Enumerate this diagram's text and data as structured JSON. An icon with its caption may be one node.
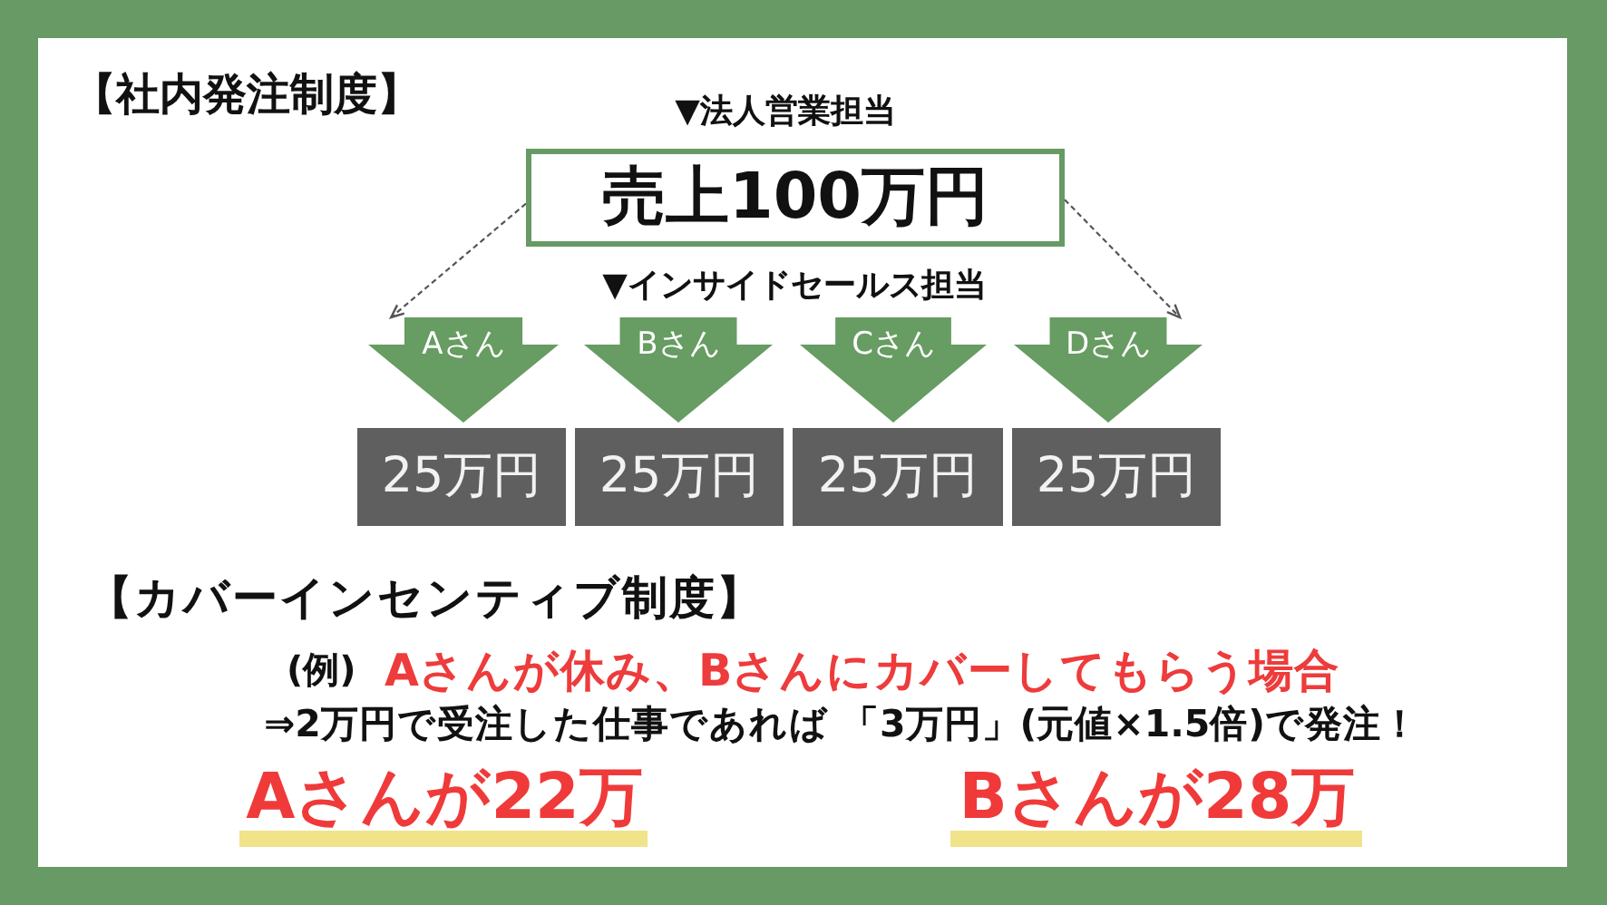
{
  "diagram": {
    "title": "【社内発注制度】",
    "nodes": [
      {
        "text": [
          "売上100万円"
        ],
        "beside": [
          "▼法人営業担当"
        ]
      },
      {
        "text": [
          "Aさん"
        ]
      },
      {
        "text": [
          "Bさん"
        ]
      },
      {
        "text": [
          "Cさん"
        ]
      },
      {
        "text": [
          "Dさん"
        ]
      },
      {
        "text": [
          "25万円"
        ]
      },
      {
        "text": [
          "25万円"
        ]
      },
      {
        "text": [
          "25万円"
        ]
      },
      {
        "text": [
          "25万円"
        ]
      }
    ],
    "edges": [
      {
        "from": 0,
        "to": 1,
        "arrow": "to",
        "style": "dashed"
      },
      {
        "from": 0,
        "to": 4,
        "arrow": "to",
        "style": "dashed"
      }
    ],
    "labels": [
      "▼インサイドセールス担当",
      "【カバーインセンティブ制度】",
      "(例)",
      "Aさんが休み、Bさんにカバーしてもらう場合",
      "⇒2万円で受注した仕事であれば 「3万円」(元値×1.5倍)で発注！",
      "Aさんが22万",
      "Bさんが28万"
    ]
  }
}
